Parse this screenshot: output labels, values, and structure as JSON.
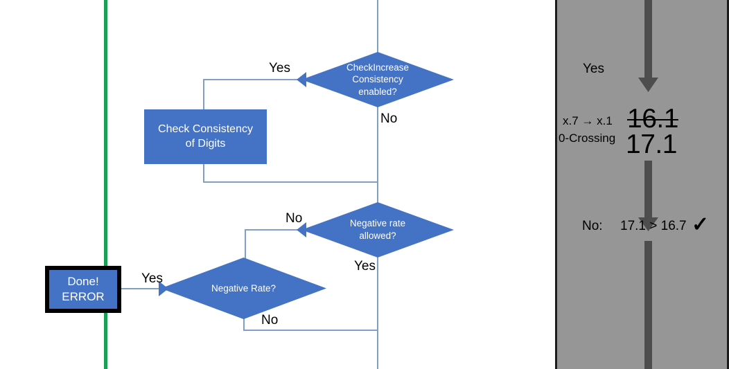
{
  "colors": {
    "shape_blue": "#4472C4",
    "connector_blue": "#7F9FC4",
    "divider_green": "#1AA054",
    "panel_gray": "#969696",
    "arrow_gray": "#4D4D4D",
    "text_white": "#FFFFFF",
    "text_black": "#000000"
  },
  "flowchart": {
    "nodes": {
      "check_increase": {
        "label": "CheckIncrease Consistency enabled?",
        "line1": "CheckIncrease",
        "line2": "Consistency",
        "line3": "enabled?",
        "type": "decision"
      },
      "check_consistency": {
        "label": "Check Consistency of Digits",
        "line1": "Check Consistency",
        "line2": "of Digits",
        "type": "process"
      },
      "negative_rate_allowed": {
        "label": "Negative rate allowed?",
        "line1": "Negative rate",
        "line2": "allowed?",
        "type": "decision"
      },
      "negative_rate": {
        "label": "Negative Rate?",
        "line1": "Negative Rate?",
        "type": "decision"
      },
      "done_error": {
        "label": "Done! ERROR",
        "line1": "Done!",
        "line2": "ERROR",
        "type": "terminator"
      }
    },
    "branch_labels": {
      "check_increase_yes": "Yes",
      "check_increase_no": "No",
      "negative_rate_allowed_no": "No",
      "negative_rate_allowed_yes": "Yes",
      "negative_rate_yes": "Yes",
      "negative_rate_no": "No"
    }
  },
  "annotation_panel": {
    "yes_label": "Yes",
    "rule_line1": "x.7 → x.1",
    "rule_line2": "0-Crossing",
    "value_struck": "16.1",
    "value_current": "17.1",
    "result_label": "No:",
    "result_comparison": "17.1 > 16.7",
    "result_check": "✓"
  }
}
